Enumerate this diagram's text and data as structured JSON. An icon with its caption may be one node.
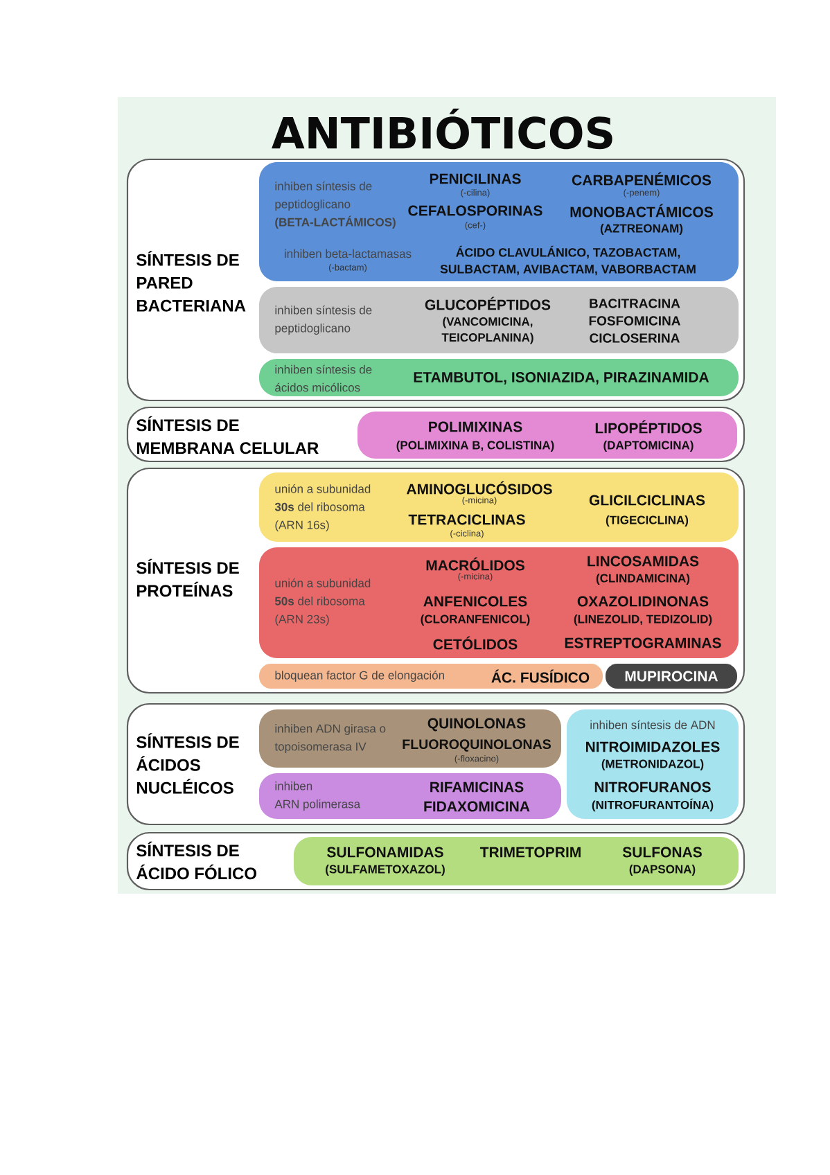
{
  "diagram": {
    "title": "ANTIBIÓTICOS",
    "nodes": [
      {
        "text": [
          "SÍNTESIS DE PARED BACTERIANA"
        ]
      },
      {
        "text": [
          "inhiben síntesis de peptidoglicano **(BETA-LACTÁMICOS)**",
          "PENICILINAS",
          "(-cilina)",
          "CARBAPENÉMICOS",
          "(-penem)",
          "CEFALOSPORINAS",
          "(cef-)",
          "MONOBACTÁMICOS",
          "(AZTREONAM)",
          "inhiben beta-lactamasas",
          "(-bactam)",
          "ÁCIDO CLAVULÁNICO, TAZOBACTAM, SULBACTAM, AVIBACTAM, VABORBACTAM"
        ],
        "in": 0
      },
      {
        "text": [
          "inhiben síntesis de peptidoglicano",
          "GLUCOPÉPTIDOS",
          "(VANCOMICINA, TEICOPLANINA)",
          "BACITRACINA",
          "FOSFOMICINA",
          "CICLOSERINA"
        ],
        "in": 0
      },
      {
        "text": [
          "inhiben síntesis de ácidos micólicos",
          "ETAMBUTOL, ISONIAZIDA, PIRAZINAMIDA"
        ],
        "in": 0
      },
      {
        "text": [
          "SÍNTESIS DE MEMBRANA CELULAR"
        ]
      },
      {
        "text": [
          "POLIMIXINAS",
          "(POLIMIXINA B, COLISTINA)",
          "LIPOPÉPTIDOS",
          "(DAPTOMICINA)"
        ],
        "in": 4
      },
      {
        "text": [
          "SÍNTESIS DE PROTEÍNAS"
        ]
      },
      {
        "text": [
          "unión a subunidad **30s** del ribosoma (ARN 16s)",
          "AMINOGLUCÓSIDOS",
          "(-micina)",
          "TETRACICLINAS",
          "(-ciclina)",
          "GLICILCICLINAS",
          "(TIGECICLINA)"
        ],
        "in": 6
      },
      {
        "text": [
          "unión a subunidad **50s** del ribosoma (ARN 23s)",
          "MACRÓLIDOS",
          "(-micina)",
          "LINCOSAMIDAS",
          "(CLINDAMICINA)",
          "ANFENICOLES",
          "(CLORANFENICOL)",
          "OXAZOLIDINONAS",
          "(LINEZOLID, TEDIZOLID)",
          "CETÓLIDOS",
          "ESTREPTOGRAMINAS"
        ],
        "in": 6
      },
      {
        "text": [
          "bloquean factor G de elongación",
          "ÁC. FUSÍDICO"
        ],
        "in": 6
      },
      {
        "text": [
          "MUPIROCINA"
        ],
        "in": 6
      },
      {
        "text": [
          "SÍNTESIS DE ÁCIDOS NUCLÉICOS"
        ]
      },
      {
        "text": [
          "inhiben ADN girasa o topoisomerasa IV",
          "QUINOLONAS",
          "FLUOROQUINOLONAS",
          "(-floxacino)"
        ],
        "in": 11
      },
      {
        "text": [
          "inhiben ARN polimerasa",
          "RIFAMICINAS",
          "FIDAXOMICINA"
        ],
        "in": 11
      },
      {
        "text": [
          "inhiben síntesis de ADN",
          "NITROIMIDAZOLES",
          "(METRONIDAZOL)",
          "NITROFURANOS",
          "(NITROFURANTOÍNA)"
        ],
        "in": 11
      },
      {
        "text": [
          "SÍNTESIS DE ÁCIDO FÓLICO"
        ]
      },
      {
        "text": [
          "SULFONAMIDAS",
          "(SULFAMETOXAZOL)",
          "TRIMETOPRIM",
          "SULFONAS",
          "(DAPSONA)"
        ],
        "in": 15
      }
    ]
  }
}
